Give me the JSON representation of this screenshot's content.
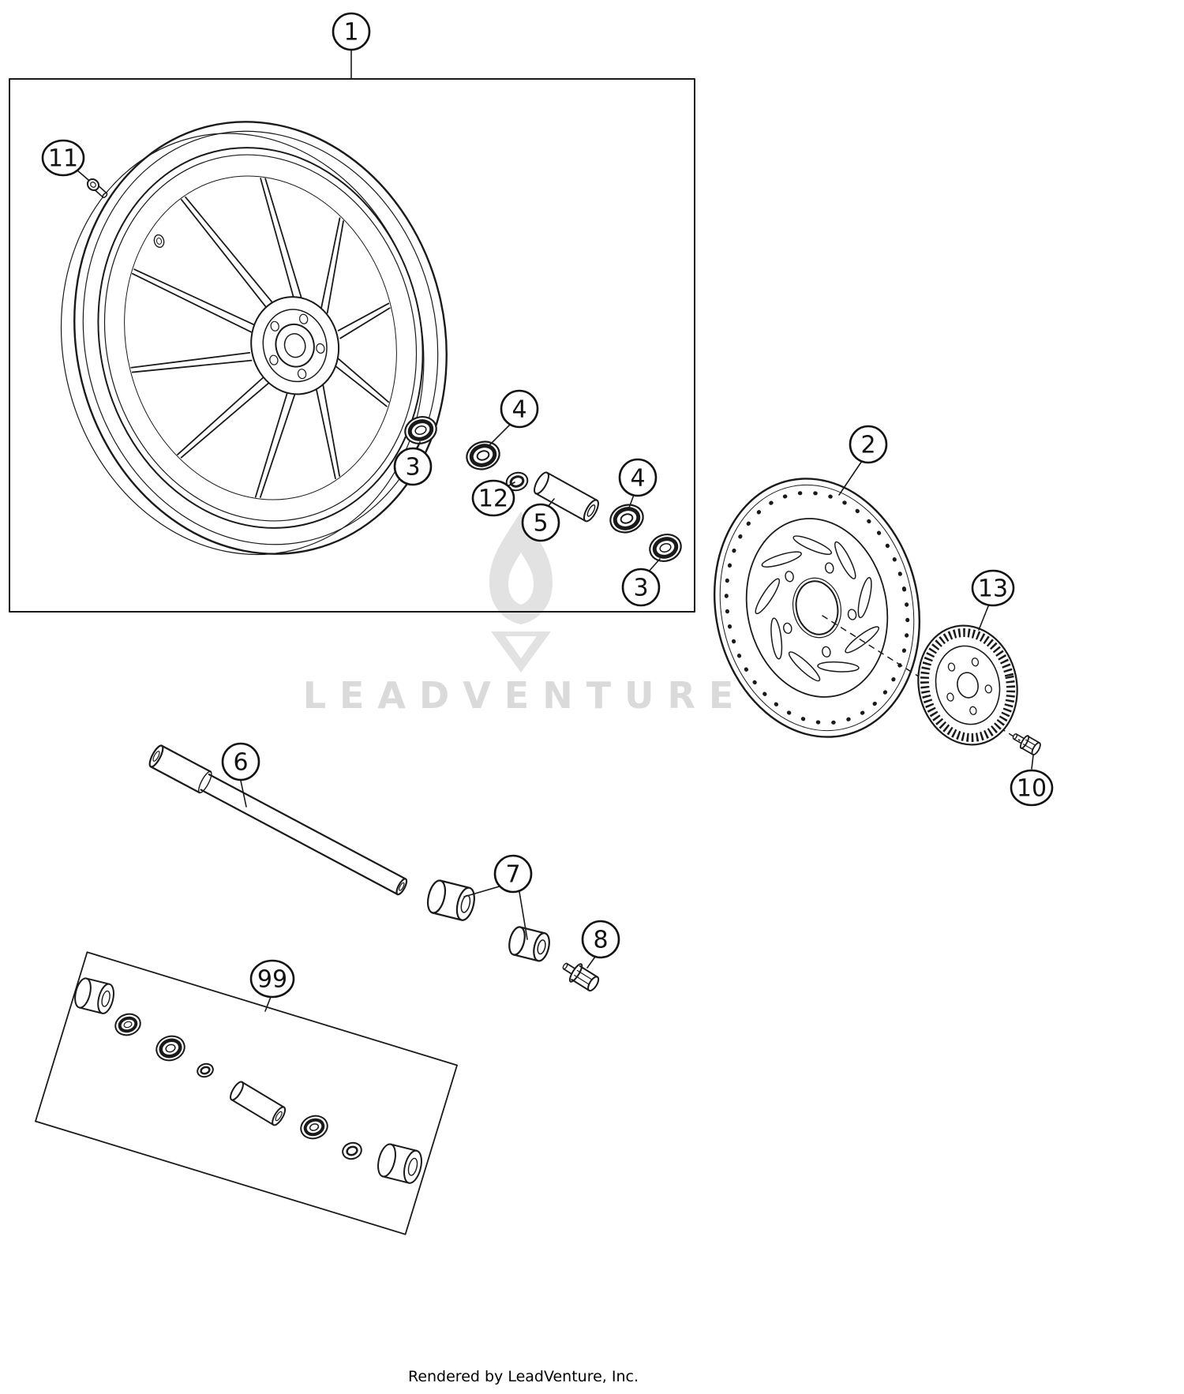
{
  "diagram": {
    "callouts": [
      {
        "label": "1"
      },
      {
        "label": "11"
      },
      {
        "label": "3"
      },
      {
        "label": "4"
      },
      {
        "label": "12"
      },
      {
        "label": "5"
      },
      {
        "label": "4"
      },
      {
        "label": "3"
      },
      {
        "label": "2"
      },
      {
        "label": "13"
      },
      {
        "label": "10"
      },
      {
        "label": "6"
      },
      {
        "label": "7"
      },
      {
        "label": "8"
      },
      {
        "label": "99"
      }
    ],
    "watermark": {
      "text": "LEADVENTURE"
    },
    "footer": {
      "credit": "Rendered by LeadVenture, Inc."
    },
    "colors": {
      "line": "#1a1a1a",
      "background": "#ffffff",
      "watermark": "#dadada"
    }
  }
}
